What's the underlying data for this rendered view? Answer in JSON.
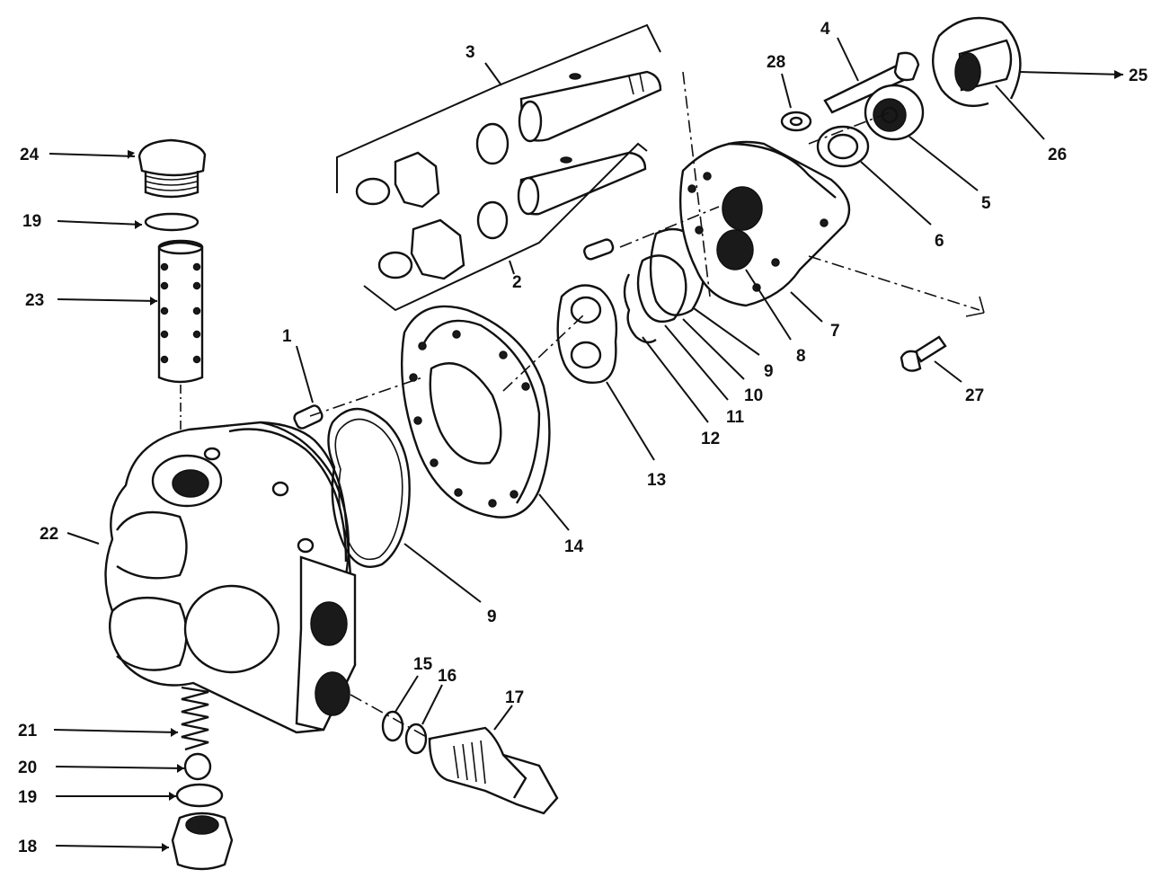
{
  "callouts": {
    "c1": "1",
    "c2": "2",
    "c3": "3",
    "c4": "4",
    "c5": "5",
    "c6": "6",
    "c7": "7",
    "c8": "8",
    "c9a": "9",
    "c9b": "9",
    "c10": "10",
    "c11": "11",
    "c12": "12",
    "c13": "13",
    "c14": "14",
    "c15": "15",
    "c16": "16",
    "c17": "17",
    "c18": "18",
    "c19a": "19",
    "c19b": "19",
    "c20": "20",
    "c21": "21",
    "c22": "22",
    "c23": "23",
    "c24": "24",
    "c25": "25",
    "c26": "26",
    "c27": "27",
    "c28": "28"
  }
}
